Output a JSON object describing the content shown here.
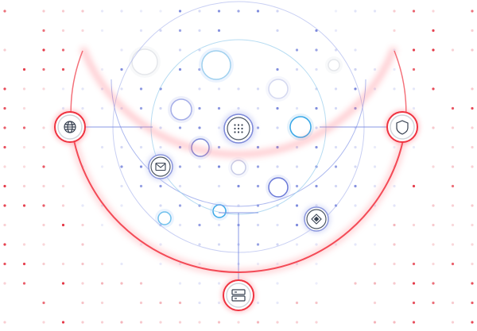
{
  "colors": {
    "background": "#ffffff",
    "accent_red": "#e11d2e",
    "accent_blue": "#5b6fe0",
    "accent_cyan": "#38a8e8",
    "icon_dark": "#374151"
  },
  "nodes": [
    {
      "name": "globe-node",
      "icon": "globe-icon"
    },
    {
      "name": "shield-node",
      "icon": "shield-icon"
    },
    {
      "name": "server-node",
      "icon": "server-icon"
    },
    {
      "name": "apps-node",
      "icon": "apps-grid-icon"
    },
    {
      "name": "mail-node",
      "icon": "mail-icon"
    },
    {
      "name": "diamond-node",
      "icon": "diamond-icon"
    }
  ]
}
